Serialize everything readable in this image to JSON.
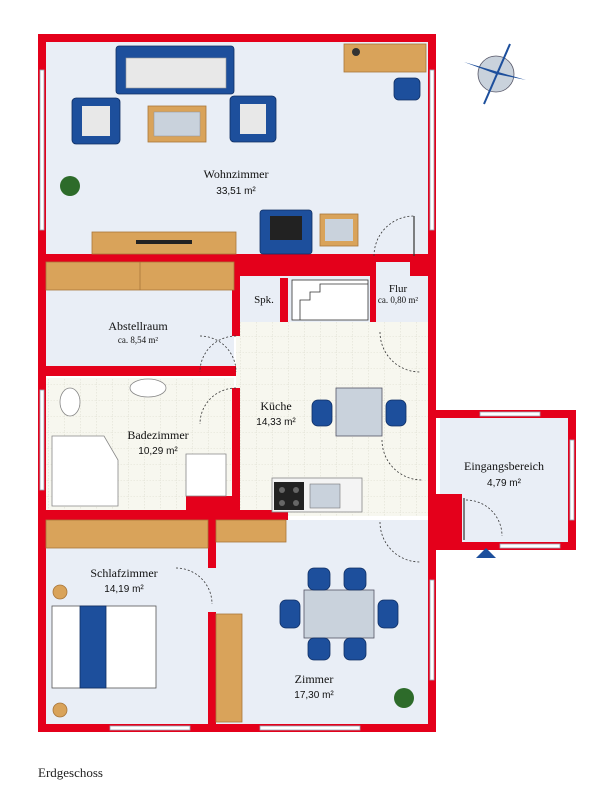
{
  "plan": {
    "floor_label": "Erdgeschoss",
    "rooms": {
      "wohnzimmer": {
        "name": "Wohnzimmer",
        "area": "33,51 m²"
      },
      "flur": {
        "name": "Flur",
        "area": "ca. 0,80 m²"
      },
      "spk": {
        "name": "Spk."
      },
      "abstellraum": {
        "name": "Abstellraum",
        "area": "ca. 8,54 m²"
      },
      "kueche": {
        "name": "Küche",
        "area": "14,33 m²"
      },
      "badezimmer": {
        "name": "Badezimmer",
        "area": "10,29 m²"
      },
      "eingang": {
        "name": "Eingangsbereich",
        "area": "4,79 m²"
      },
      "schlafzimmer": {
        "name": "Schlafzimmer",
        "area": "14,19 m²"
      },
      "zimmer": {
        "name": "Zimmer",
        "area": "17,30 m²"
      }
    },
    "icons": {
      "compass": "compass-icon",
      "entrance": "entrance-arrow-icon"
    },
    "colors": {
      "wall": "#e4001b",
      "floor": "#e9eef6",
      "tile": "#f7f7ef",
      "furniture_blue": "#1d4f9c",
      "furniture_wood": "#d9a35a"
    }
  }
}
